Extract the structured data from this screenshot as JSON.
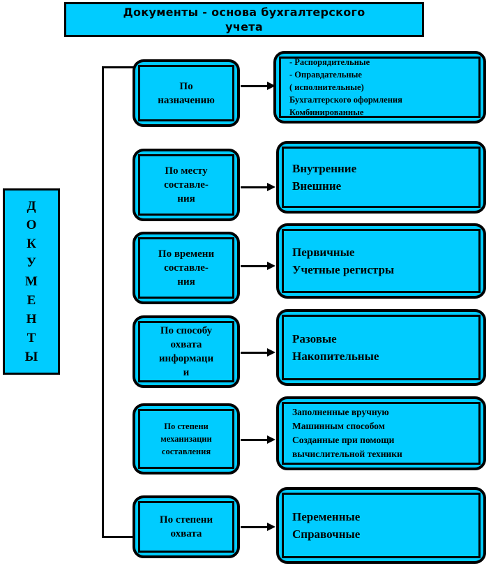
{
  "title": {
    "text": "Документы -  основа  бухгалтерского\nучета"
  },
  "left_label": {
    "text": "Д\nО\nК\nУ\nМ\nЕ\nН\nТ\nЫ"
  },
  "rows": [
    {
      "criterion": "По\nназначению",
      "values": "-  Распорядительные\n-  Оправдательные\n( исполнительные)\nБухгалтерского оформления\nКомбинированные"
    },
    {
      "criterion": "По месту\nсоставле-\nния",
      "values": "Внутренние\nВнешние"
    },
    {
      "criterion": "По времени\nсоставле-\nния",
      "values": "Первичные\nУчетные регистры"
    },
    {
      "criterion": "По способу\nохвата\nинформаци\nи",
      "values": "Разовые\nНакопительные"
    },
    {
      "criterion": "По степени\nмеханизации\nсоставления",
      "values": "Заполненные вручную\nМашинным способом\nСозданные  при помощи\nвычислительной техники"
    },
    {
      "criterion": "По степени\nохвата",
      "values": "Переменные\nСправочные"
    }
  ],
  "colors": {
    "fill": "#00ccff",
    "stroke": "#000000",
    "page": "#ffffff"
  }
}
